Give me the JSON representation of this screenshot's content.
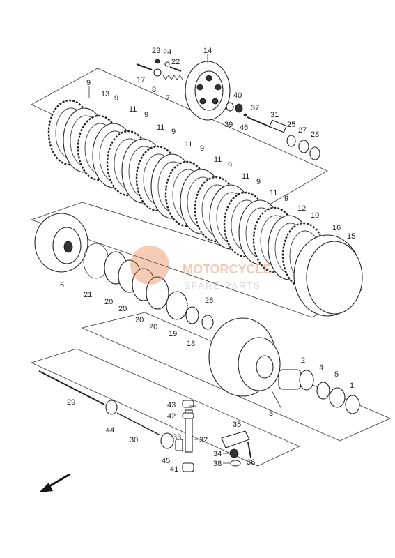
{
  "watermark": {
    "brand": "MOTORCYCLE",
    "sub": "SPARE PARTS",
    "color": "#e06a2a"
  },
  "direction_arrow": "arrow-front-left-icon",
  "labels": {
    "n1": "1",
    "n2": "2",
    "n3": "3",
    "n4": "4",
    "n5": "5",
    "n6": "6",
    "n7": "7",
    "n8": "8",
    "n9": "9",
    "n10": "10",
    "n11": "11",
    "n12": "12",
    "n13": "13",
    "n14": "14",
    "n15": "15",
    "n16": "16",
    "n17": "17",
    "n18": "18",
    "n19": "19",
    "n20": "20",
    "n21": "21",
    "n22": "22",
    "n23": "23",
    "n24": "24",
    "n25": "25",
    "n26": "26",
    "n27": "27",
    "n28": "28",
    "n29": "29",
    "n30": "30",
    "n31": "31",
    "n32": "32",
    "n33": "33",
    "n34": "34",
    "n35": "35",
    "n36": "36",
    "n37": "37",
    "n38": "38",
    "n39": "39",
    "n40": "40",
    "n41": "41",
    "n42": "42",
    "n43": "43",
    "n44": "44",
    "n45": "45",
    "n46": "46"
  }
}
